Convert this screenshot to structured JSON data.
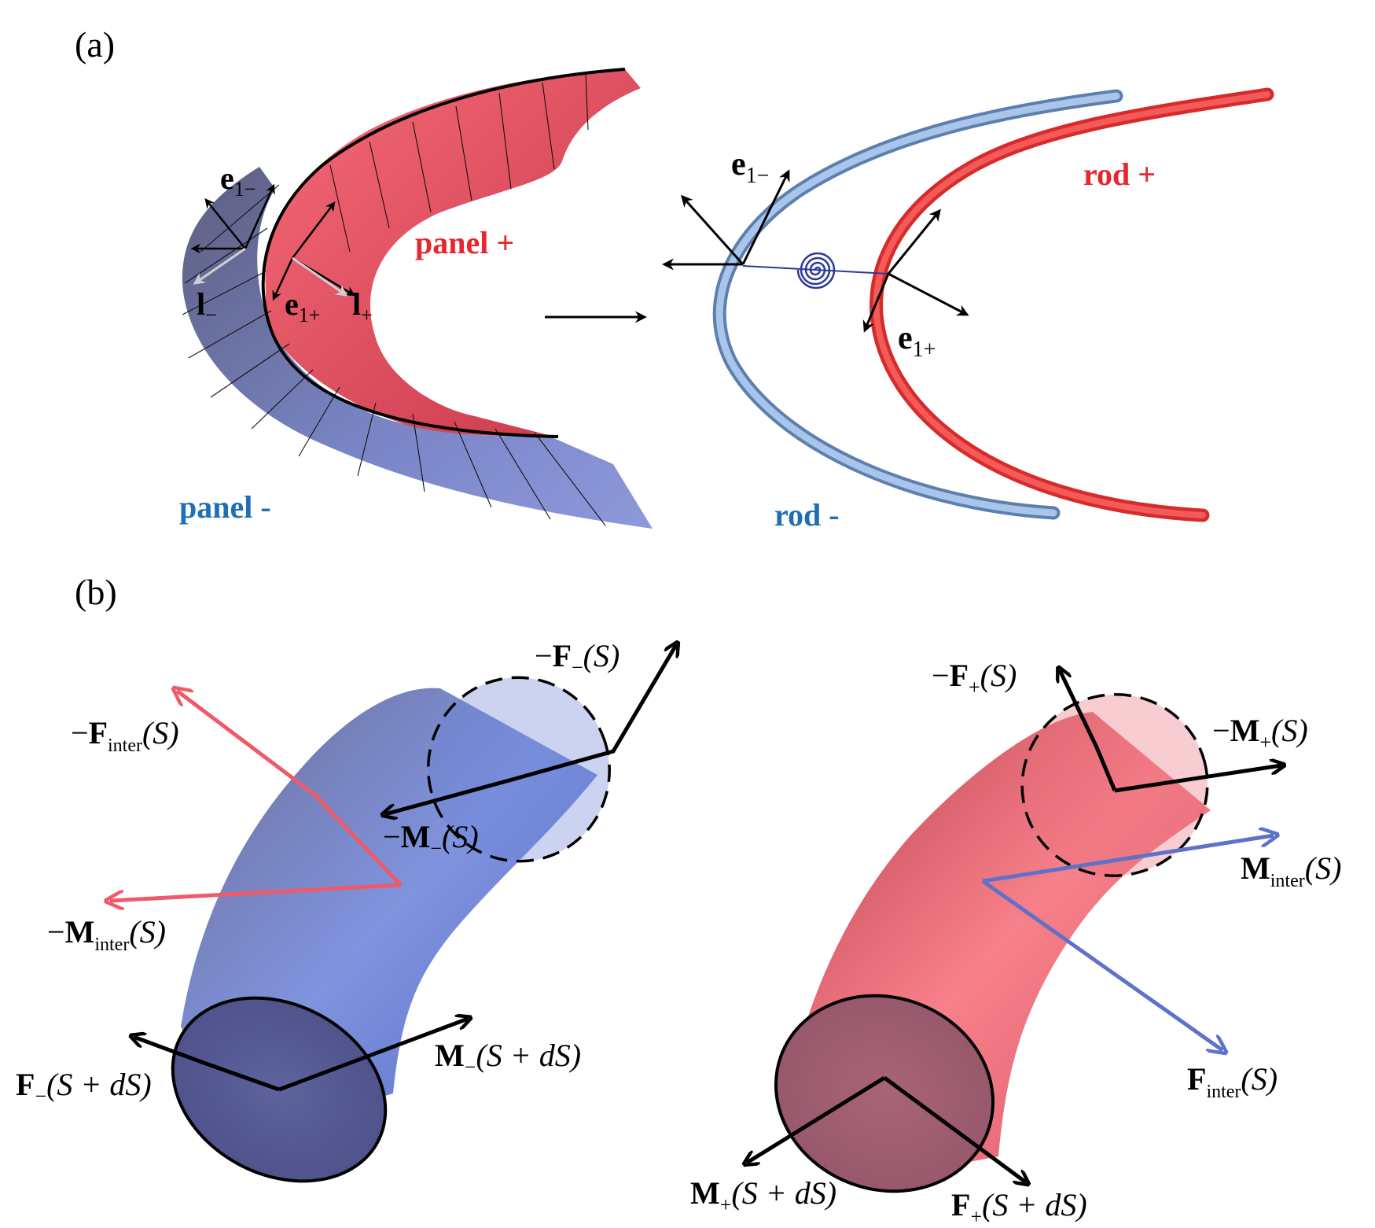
{
  "panels": {
    "a": {
      "label": "(a)"
    },
    "b": {
      "label": "(b)"
    }
  },
  "labels_a": {
    "panel_plus": "panel +",
    "panel_minus": "panel -",
    "rod_plus": "rod +",
    "rod_minus": "rod -",
    "e1_minus_left": {
      "main": "e",
      "sub": "1−"
    },
    "l_minus": {
      "main": "l",
      "sub": "−"
    },
    "e1_plus_left": {
      "main": "e",
      "sub": "1+"
    },
    "l_plus": {
      "main": "l",
      "sub": "+"
    },
    "e1_minus_right": {
      "main": "e",
      "sub": "1−"
    },
    "e1_plus_right": {
      "main": "e",
      "sub": "1+"
    }
  },
  "labels_b": {
    "neg_F_minus_S": {
      "pre": "−",
      "bold": "F",
      "sub": "−",
      "arg": "(S)"
    },
    "neg_F_inter_S": {
      "pre": "−",
      "bold": "F",
      "sub": "inter",
      "arg": "(S)"
    },
    "neg_M_minus_S": {
      "pre": "−",
      "bold": "M",
      "sub": "−",
      "arg": "(S)"
    },
    "neg_M_inter_S": {
      "pre": "−",
      "bold": "M",
      "sub": "inter",
      "arg": "(S)"
    },
    "F_minus_SdS": {
      "pre": "",
      "bold": "F",
      "sub": "−",
      "arg": "(S + dS)"
    },
    "M_minus_SdS": {
      "pre": "",
      "bold": "M",
      "sub": "−",
      "arg": "(S + dS)"
    },
    "neg_F_plus_S": {
      "pre": "−",
      "bold": "F",
      "sub": "+",
      "arg": "(S)"
    },
    "neg_M_plus_S": {
      "pre": "−",
      "bold": "M",
      "sub": "+",
      "arg": "(S)"
    },
    "M_inter_S": {
      "pre": "",
      "bold": "M",
      "sub": "inter",
      "arg": "(S)"
    },
    "F_inter_S": {
      "pre": "",
      "bold": "F",
      "sub": "inter",
      "arg": "(S)"
    },
    "M_plus_SdS": {
      "pre": "",
      "bold": "M",
      "sub": "+",
      "arg": "(S + dS)"
    },
    "F_plus_SdS": {
      "pre": "",
      "bold": "F",
      "sub": "+",
      "arg": "(S + dS)"
    }
  },
  "colors": {
    "red": "#e8262e",
    "blue": "#1f6fb5",
    "panel_red": "#f2606e",
    "panel_blue": "#7a86c8",
    "rod_red": "#ef3a3a",
    "rod_blue": "#8fb2dc",
    "tube_blue": "#6e83d4",
    "tube_red": "#ef6f78",
    "arrow_pink": "#f05a68",
    "arrow_blue": "#5d72c8",
    "spring": "#2b3a9a"
  }
}
